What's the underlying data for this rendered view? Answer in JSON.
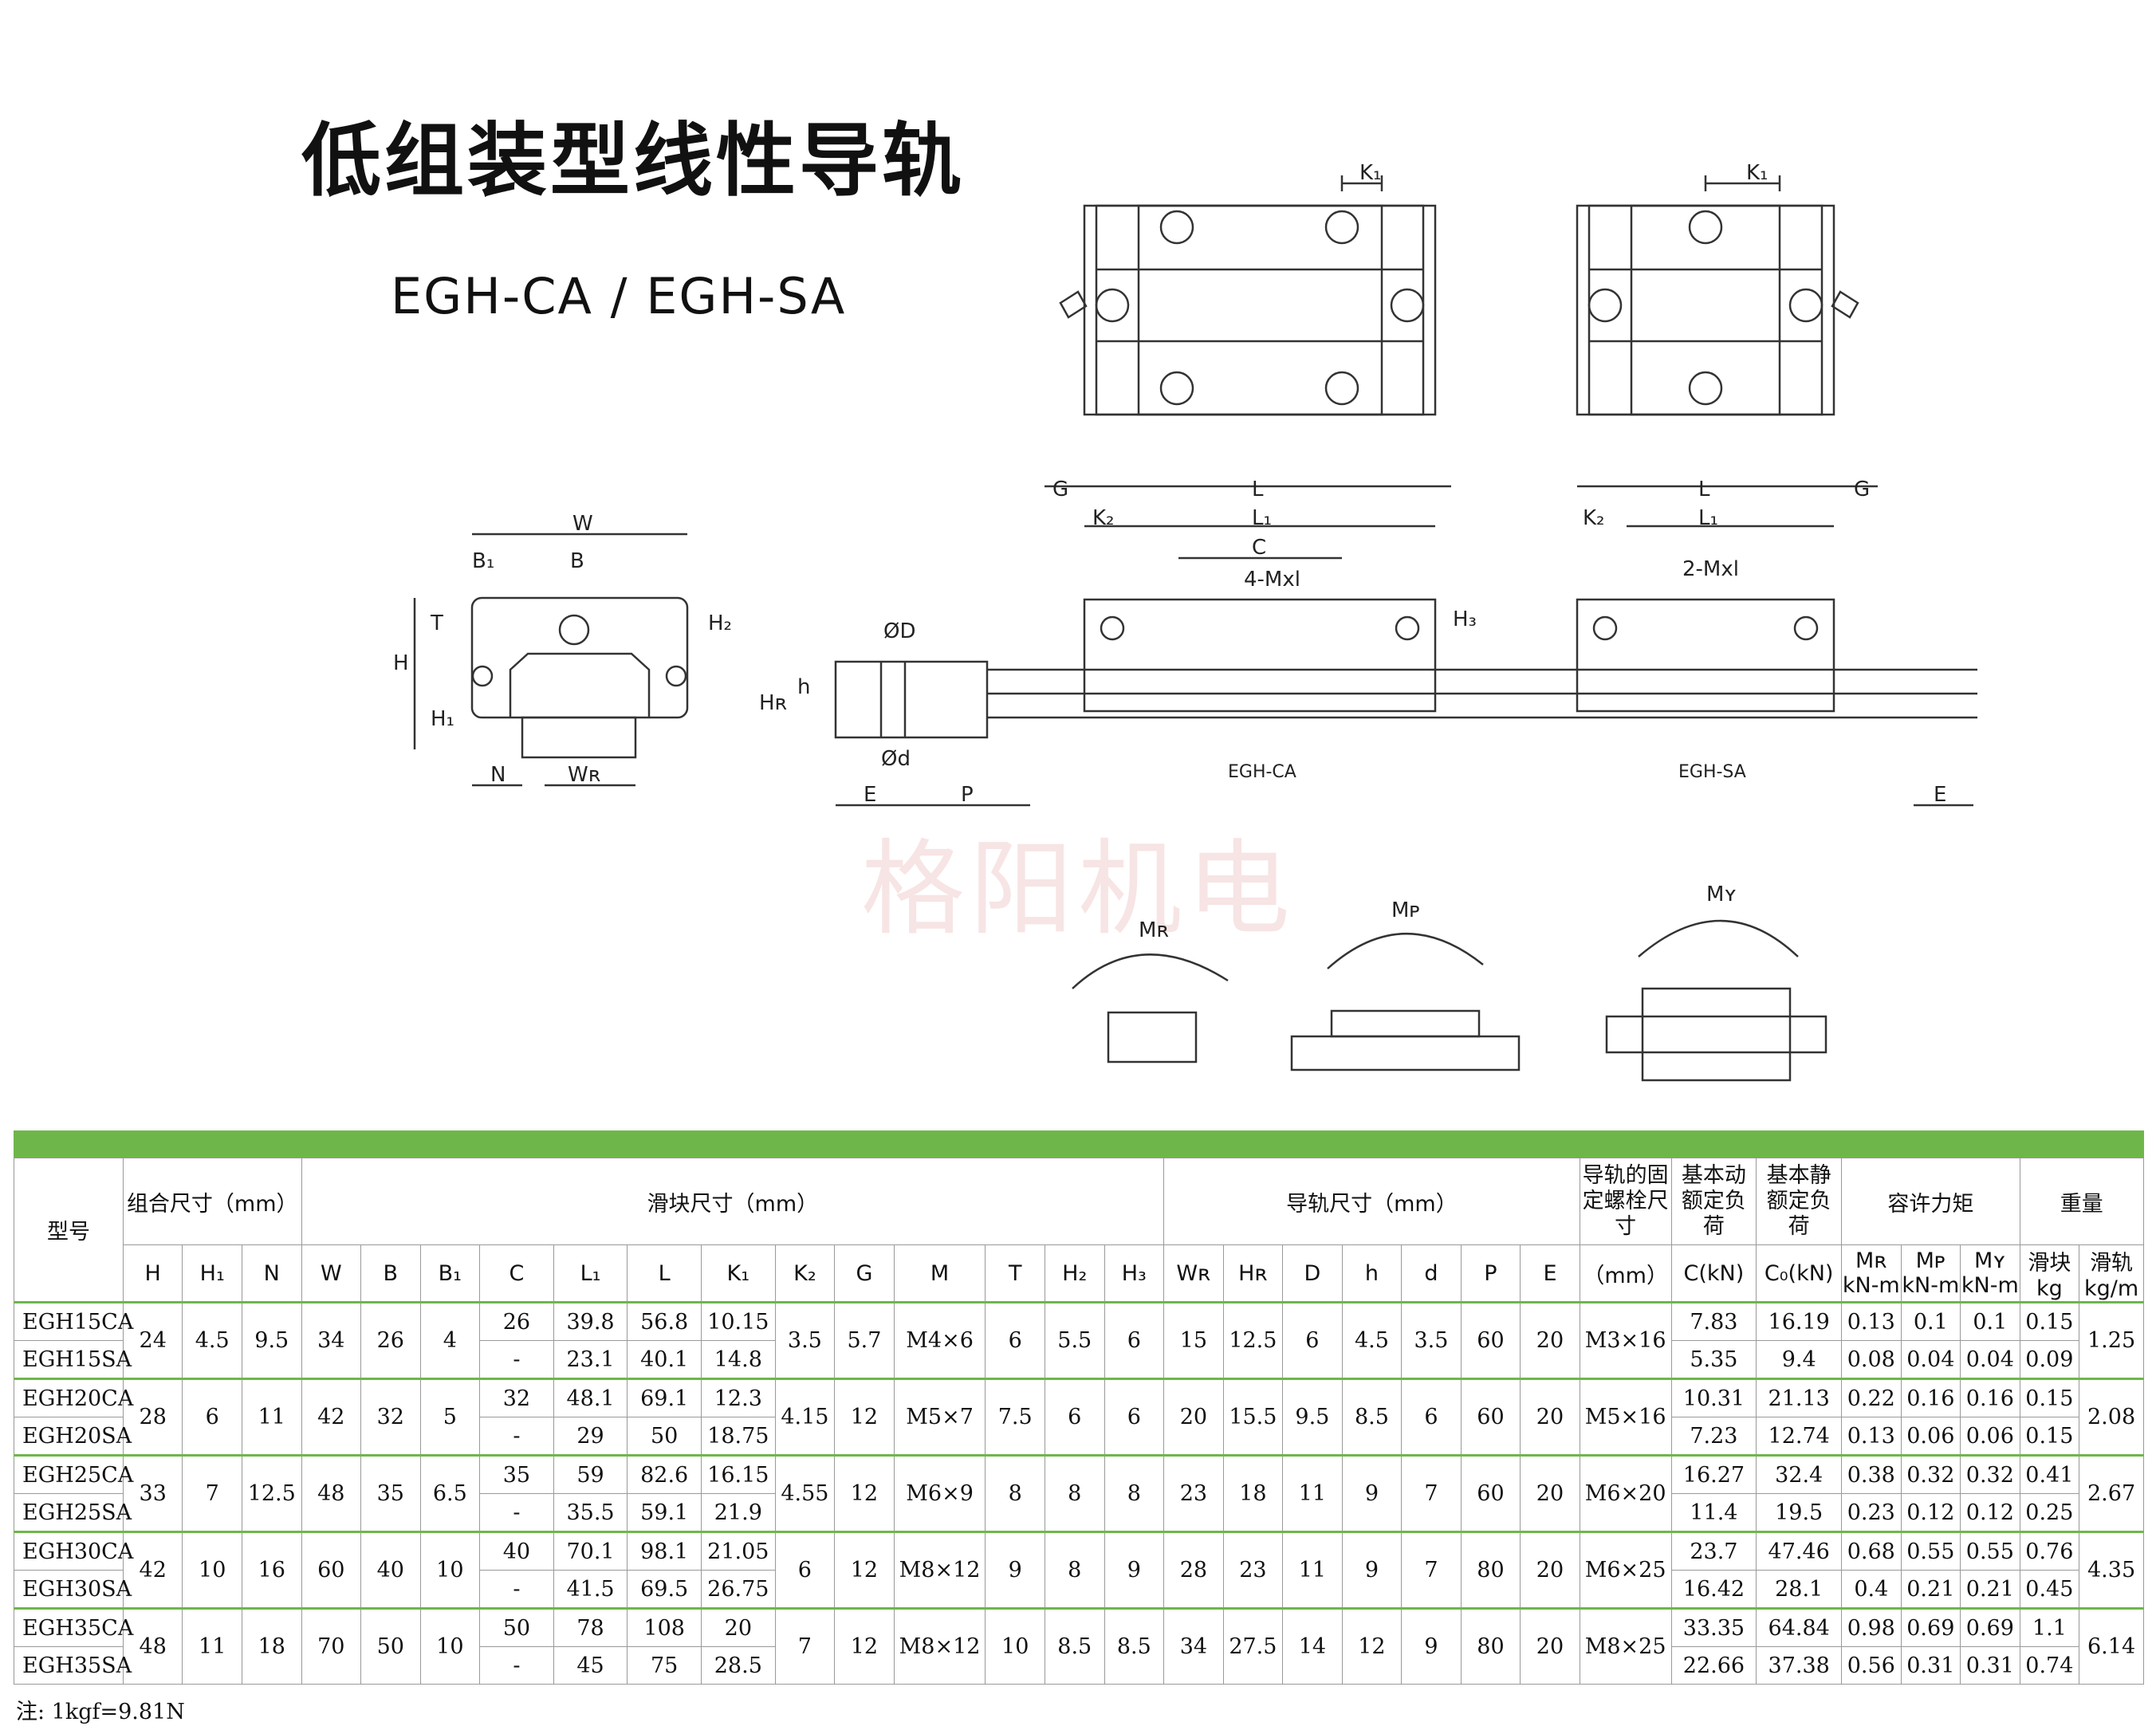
{
  "title": "低组装型线性导轨",
  "subtitle": "EGH-CA / EGH-SA",
  "watermark": "格阳机电",
  "diagram_labels": {
    "k1": "K₁",
    "w": "W",
    "b1": "B₁",
    "b": "B",
    "t": "T",
    "h2": "H₂",
    "h": "H",
    "h1": "H₁",
    "n": "N",
    "wr": "Wʀ",
    "g": "G",
    "l": "L",
    "k2": "K₂",
    "l1": "L₁",
    "c": "C",
    "mxl4": "4-Mxl",
    "mxl2": "2-Mxl",
    "h3": "H₃",
    "od_big": "ØD",
    "od_small": "Ød",
    "hr": "Hʀ",
    "hsmall": "h",
    "e": "E",
    "p": "P",
    "egh_ca": "EGH-CA",
    "egh_sa": "EGH-SA",
    "mr": "Mʀ",
    "mp": "Mᴘ",
    "my": "Mʏ"
  },
  "table": {
    "header1": {
      "model": "型号",
      "assembly": "组合尺寸（mm）",
      "block": "滑块尺寸（mm）",
      "rail": "导轨尺寸（mm）",
      "bolt": "导轨的固定螺栓尺寸",
      "dyn": "基本动额定负荷",
      "stat": "基本静额定负荷",
      "moment": "容许力矩",
      "weight": "重量"
    },
    "header2": {
      "cols": [
        "H",
        "H₁",
        "N",
        "W",
        "B",
        "B₁",
        "C",
        "L₁",
        "L",
        "K₁",
        "K₂",
        "G",
        "M",
        "T",
        "H₂",
        "H₃",
        "Wʀ",
        "Hʀ",
        "D",
        "h",
        "d",
        "P",
        "E"
      ],
      "bolt_unit": "（mm）",
      "c_unit": "C(kN)",
      "c0_unit": "C₀(kN)",
      "mr": "Mʀ",
      "mp": "Mᴘ",
      "my": "Mʏ",
      "moment_unit": "kN-m",
      "block_w": "滑块",
      "rail_w": "滑轨",
      "kg": "kg",
      "kgm": "kg/m"
    },
    "groups": [
      {
        "shared": {
          "H": "24",
          "H1": "4.5",
          "N": "9.5",
          "W": "34",
          "B": "26",
          "B1": "4",
          "K2": "3.5",
          "G": "5.7",
          "M": "M4×6",
          "T": "6",
          "H2": "5.5",
          "H3": "6",
          "WR": "15",
          "HR": "12.5",
          "D": "6",
          "h": "4.5",
          "d": "3.5",
          "P": "60",
          "E": "20",
          "bolt": "M3×16",
          "rail": "1.25"
        },
        "rows": [
          {
            "model": "EGH15CA",
            "C": "26",
            "L1": "39.8",
            "L": "56.8",
            "K1": "10.15",
            "dyn": "7.83",
            "stat": "16.19",
            "mr": "0.13",
            "mp": "0.1",
            "my": "0.1",
            "blk": "0.15"
          },
          {
            "model": "EGH15SA",
            "C": "-",
            "L1": "23.1",
            "L": "40.1",
            "K1": "14.8",
            "dyn": "5.35",
            "stat": "9.4",
            "mr": "0.08",
            "mp": "0.04",
            "my": "0.04",
            "blk": "0.09"
          }
        ]
      },
      {
        "shared": {
          "H": "28",
          "H1": "6",
          "N": "11",
          "W": "42",
          "B": "32",
          "B1": "5",
          "K2": "4.15",
          "G": "12",
          "M": "M5×7",
          "T": "7.5",
          "H2": "6",
          "H3": "6",
          "WR": "20",
          "HR": "15.5",
          "D": "9.5",
          "h": "8.5",
          "d": "6",
          "P": "60",
          "E": "20",
          "bolt": "M5×16",
          "rail": "2.08"
        },
        "rows": [
          {
            "model": "EGH20CA",
            "C": "32",
            "L1": "48.1",
            "L": "69.1",
            "K1": "12.3",
            "dyn": "10.31",
            "stat": "21.13",
            "mr": "0.22",
            "mp": "0.16",
            "my": "0.16",
            "blk": "0.15"
          },
          {
            "model": "EGH20SA",
            "C": "-",
            "L1": "29",
            "L": "50",
            "K1": "18.75",
            "dyn": "7.23",
            "stat": "12.74",
            "mr": "0.13",
            "mp": "0.06",
            "my": "0.06",
            "blk": "0.15"
          }
        ]
      },
      {
        "shared": {
          "H": "33",
          "H1": "7",
          "N": "12.5",
          "W": "48",
          "B": "35",
          "B1": "6.5",
          "K2": "4.55",
          "G": "12",
          "M": "M6×9",
          "T": "8",
          "H2": "8",
          "H3": "8",
          "WR": "23",
          "HR": "18",
          "D": "11",
          "h": "9",
          "d": "7",
          "P": "60",
          "E": "20",
          "bolt": "M6×20",
          "rail": "2.67"
        },
        "rows": [
          {
            "model": "EGH25CA",
            "C": "35",
            "L1": "59",
            "L": "82.6",
            "K1": "16.15",
            "dyn": "16.27",
            "stat": "32.4",
            "mr": "0.38",
            "mp": "0.32",
            "my": "0.32",
            "blk": "0.41"
          },
          {
            "model": "EGH25SA",
            "C": "-",
            "L1": "35.5",
            "L": "59.1",
            "K1": "21.9",
            "dyn": "11.4",
            "stat": "19.5",
            "mr": "0.23",
            "mp": "0.12",
            "my": "0.12",
            "blk": "0.25"
          }
        ]
      },
      {
        "shared": {
          "H": "42",
          "H1": "10",
          "N": "16",
          "W": "60",
          "B": "40",
          "B1": "10",
          "K2": "6",
          "G": "12",
          "M": "M8×12",
          "T": "9",
          "H2": "8",
          "H3": "9",
          "WR": "28",
          "HR": "23",
          "D": "11",
          "h": "9",
          "d": "7",
          "P": "80",
          "E": "20",
          "bolt": "M6×25",
          "rail": "4.35"
        },
        "rows": [
          {
            "model": "EGH30CA",
            "C": "40",
            "L1": "70.1",
            "L": "98.1",
            "K1": "21.05",
            "dyn": "23.7",
            "stat": "47.46",
            "mr": "0.68",
            "mp": "0.55",
            "my": "0.55",
            "blk": "0.76"
          },
          {
            "model": "EGH30SA",
            "C": "-",
            "L1": "41.5",
            "L": "69.5",
            "K1": "26.75",
            "dyn": "16.42",
            "stat": "28.1",
            "mr": "0.4",
            "mp": "0.21",
            "my": "0.21",
            "blk": "0.45"
          }
        ]
      },
      {
        "shared": {
          "H": "48",
          "H1": "11",
          "N": "18",
          "W": "70",
          "B": "50",
          "B1": "10",
          "K2": "7",
          "G": "12",
          "M": "M8×12",
          "T": "10",
          "H2": "8.5",
          "H3": "8.5",
          "WR": "34",
          "HR": "27.5",
          "D": "14",
          "h": "12",
          "d": "9",
          "P": "80",
          "E": "20",
          "bolt": "M8×25",
          "rail": "6.14"
        },
        "rows": [
          {
            "model": "EGH35CA",
            "C": "50",
            "L1": "78",
            "L": "108",
            "K1": "20",
            "dyn": "33.35",
            "stat": "64.84",
            "mr": "0.98",
            "mp": "0.69",
            "my": "0.69",
            "blk": "1.1"
          },
          {
            "model": "EGH35SA",
            "C": "-",
            "L1": "45",
            "L": "75",
            "K1": "28.5",
            "dyn": "22.66",
            "stat": "37.38",
            "mr": "0.56",
            "mp": "0.31",
            "my": "0.31",
            "blk": "0.74"
          }
        ]
      }
    ]
  },
  "note": "注: 1kgf=9.81N"
}
